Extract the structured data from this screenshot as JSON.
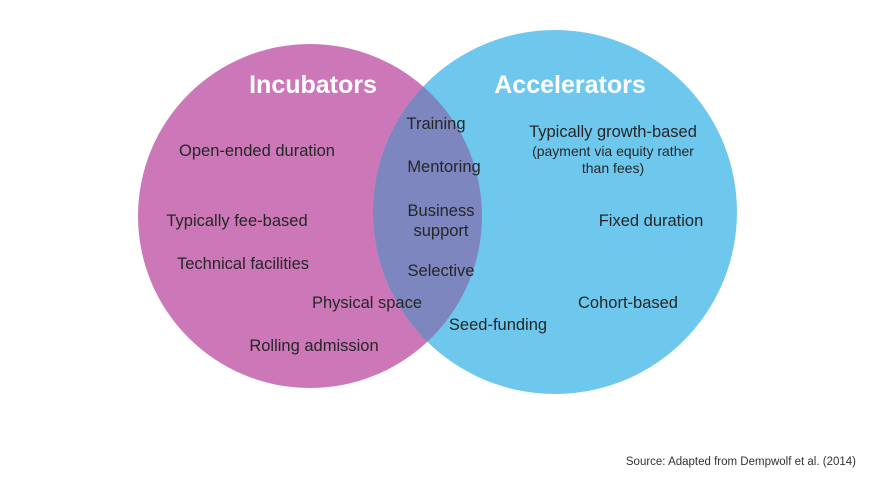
{
  "colors": {
    "incubators": "#cc78b8",
    "accelerators": "#6ec8ee",
    "overlap": "#7d86bf",
    "text": "#262626",
    "title_text": "#ffffff",
    "background": "#ffffff"
  },
  "incubators": {
    "title": "Incubators",
    "items": {
      "open_ended": "Open-ended duration",
      "fee_based": "Typically fee-based",
      "technical": "Technical facilities",
      "rolling": "Rolling admission"
    }
  },
  "accelerators": {
    "title": "Accelerators",
    "growth": {
      "line1": "Typically growth-based",
      "line2": "(payment via equity rather",
      "line3": "than fees)"
    },
    "items": {
      "fixed": "Fixed duration",
      "cohort": "Cohort-based"
    }
  },
  "shared": {
    "training": "Training",
    "mentoring": "Mentoring",
    "business": {
      "line1": "Business",
      "line2": "support"
    },
    "selective": "Selective",
    "physical_space": "Physical space",
    "seed_funding": "Seed-funding"
  },
  "source": "Source: Adapted from Dempwolf et al. (2014)"
}
